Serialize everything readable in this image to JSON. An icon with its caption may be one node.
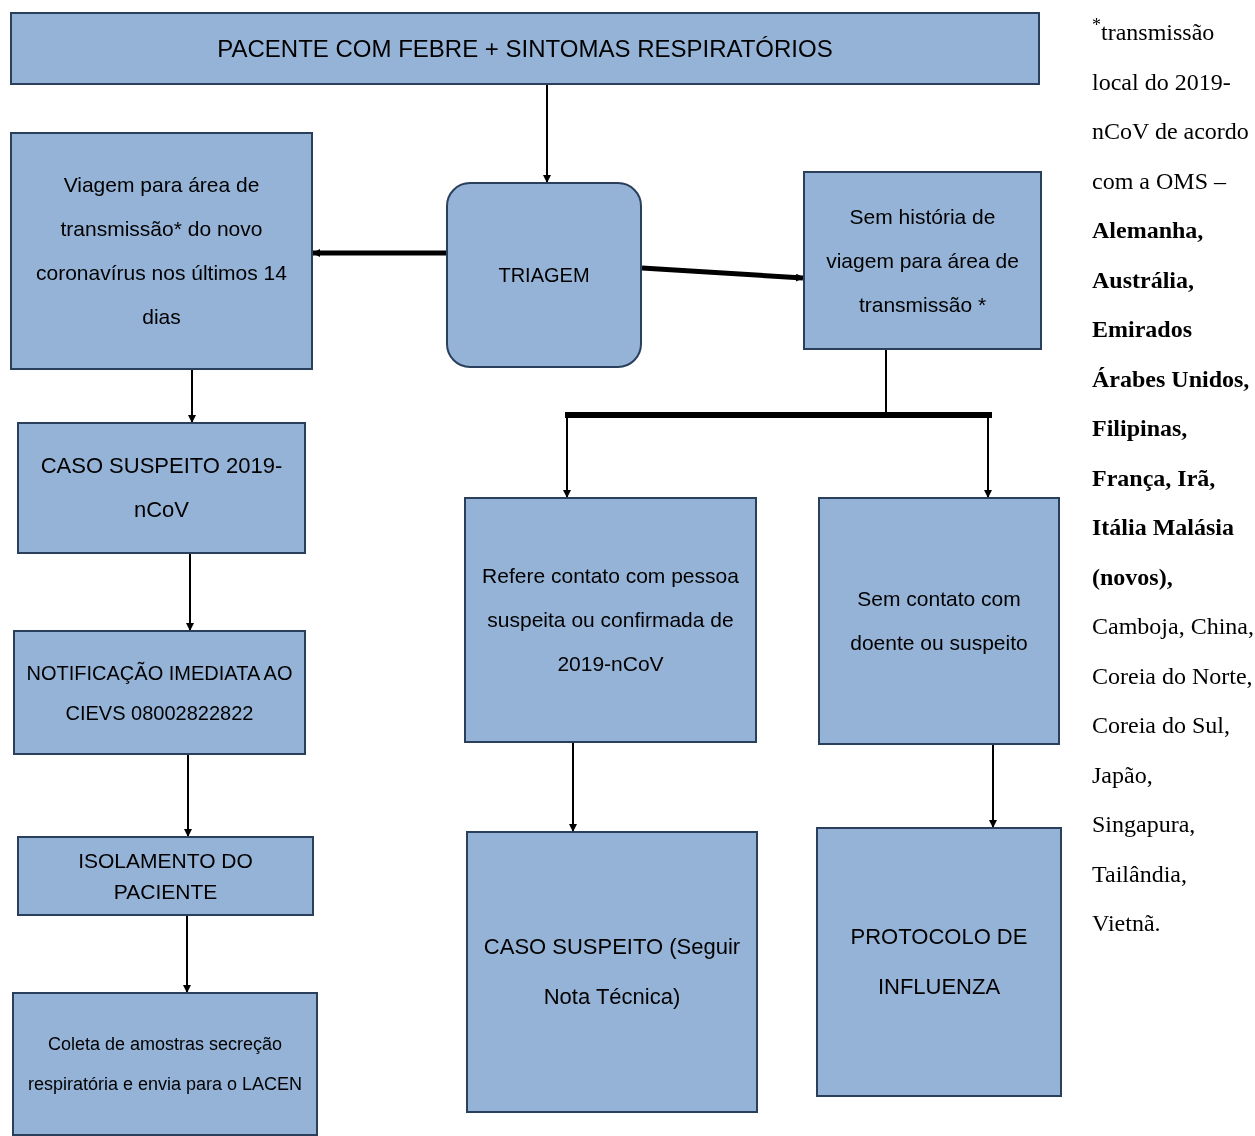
{
  "diagram": {
    "nodes": [
      {
        "text": [
          "PACENTE COM FEBRE + SINTOMAS RESPIRATÓRIOS"
        ]
      },
      {
        "text": [
          "TRIAGEM"
        ]
      },
      {
        "text": [
          "Viagem para área de transmissão* do novo coronavírus nos últimos 14 dias"
        ]
      },
      {
        "text": [
          "Sem história de viagem para área de transmissão *"
        ]
      },
      {
        "text": [
          "CASO SUSPEITO 2019-nCoV"
        ]
      },
      {
        "text": [
          "NOTIFICAÇÃO IMEDIATA AO CIEVS 08002822822"
        ]
      },
      {
        "text": [
          "ISOLAMENTO DO PACIENTE"
        ]
      },
      {
        "text": [
          "Coleta de amostras secreção respiratória e envia para o LACEN"
        ]
      },
      {
        "text": [
          "Refere contato com pessoa suspeita ou confirmada de 2019-nCoV"
        ]
      },
      {
        "text": [
          "Sem contato com doente ou suspeito"
        ]
      },
      {
        "text": [
          "CASO SUSPEITO (Seguir Nota Técnica)"
        ]
      },
      {
        "text": [
          "PROTOCOLO DE INFLUENZA"
        ]
      }
    ],
    "edges": [
      {
        "from": 0,
        "to": 1,
        "arrow": "to"
      },
      {
        "from": 1,
        "to": 2,
        "arrow": "to",
        "style": "thick"
      },
      {
        "from": 1,
        "to": 3,
        "arrow": "to",
        "style": "thick"
      },
      {
        "from": 2,
        "to": 4,
        "arrow": "to"
      },
      {
        "from": 4,
        "to": 5,
        "arrow": "to"
      },
      {
        "from": 5,
        "to": 6,
        "arrow": "to"
      },
      {
        "from": 6,
        "to": 7,
        "arrow": "to"
      },
      {
        "from": 3,
        "to": 8,
        "arrow": "to"
      },
      {
        "from": 3,
        "to": 9,
        "arrow": "to"
      },
      {
        "from": 8,
        "to": 10,
        "arrow": "to"
      },
      {
        "from": 9,
        "to": 11,
        "arrow": "to"
      }
    ],
    "labels": [
      "$^{*}$transmissão local do 2019-nCoV de acordo com a OMS – **Alemanha, Austrália, Emirados Árabes Unidos, Filipinas, França, Irã, Itália Malásia (novos),** Camboja, China, Coreia do Norte, Coreia do Sul, Japão, Singapura, Tailândia, Vietnã."
    ]
  }
}
